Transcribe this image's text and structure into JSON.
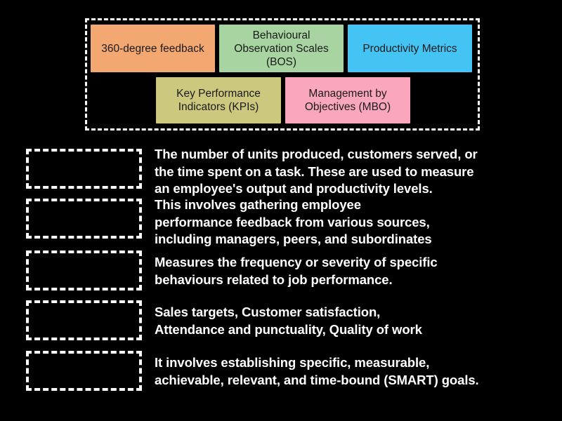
{
  "page": {
    "background_color": "#000000",
    "text_color": "#ffffff"
  },
  "tile_tray": {
    "name": "draggable-tiles-container",
    "border_style": "dashed",
    "border_color": "#ffffff",
    "tiles": [
      {
        "id": "360-degree-feedback",
        "label": "360-degree\nfeedback",
        "color": "#F4A871"
      },
      {
        "id": "behavioural-observation-scales",
        "label": "Behavioural\nObservation\nScales (BOS)",
        "color": "#A7D4A0"
      },
      {
        "id": "productivity-metrics",
        "label": "Productivity\nMetrics",
        "color": "#44C4F5"
      },
      {
        "id": "key-performance-indicators",
        "label": "Key Performance\nIndicators (KPIs)",
        "color": "#CCC87E"
      },
      {
        "id": "management-by-objectives",
        "label": "Management by\nObjectives (MBO)",
        "color": "#FAA7BE"
      }
    ]
  },
  "questions": [
    {
      "id": "q1",
      "drop_zone_label": "",
      "text": "The number of units produced, customers served, or\nthe time spent on a task. These are used to measure\nan employee's output and productivity levels."
    },
    {
      "id": "q2",
      "drop_zone_label": "",
      "text": "This involves gathering employee\nperformance feedback from various sources,\nincluding managers, peers, and subordinates"
    },
    {
      "id": "q3",
      "drop_zone_label": "",
      "text": "Measures the frequency or severity of specific\nbehaviours related to job performance."
    },
    {
      "id": "q4",
      "drop_zone_label": "",
      "text": "Sales targets, Customer satisfaction,\nAttendance and punctuality, Quality of work"
    },
    {
      "id": "q5",
      "drop_zone_label": "",
      "text": "It involves establishing specific, measurable,\nachievable, relevant, and time-bound (SMART) goals."
    }
  ]
}
